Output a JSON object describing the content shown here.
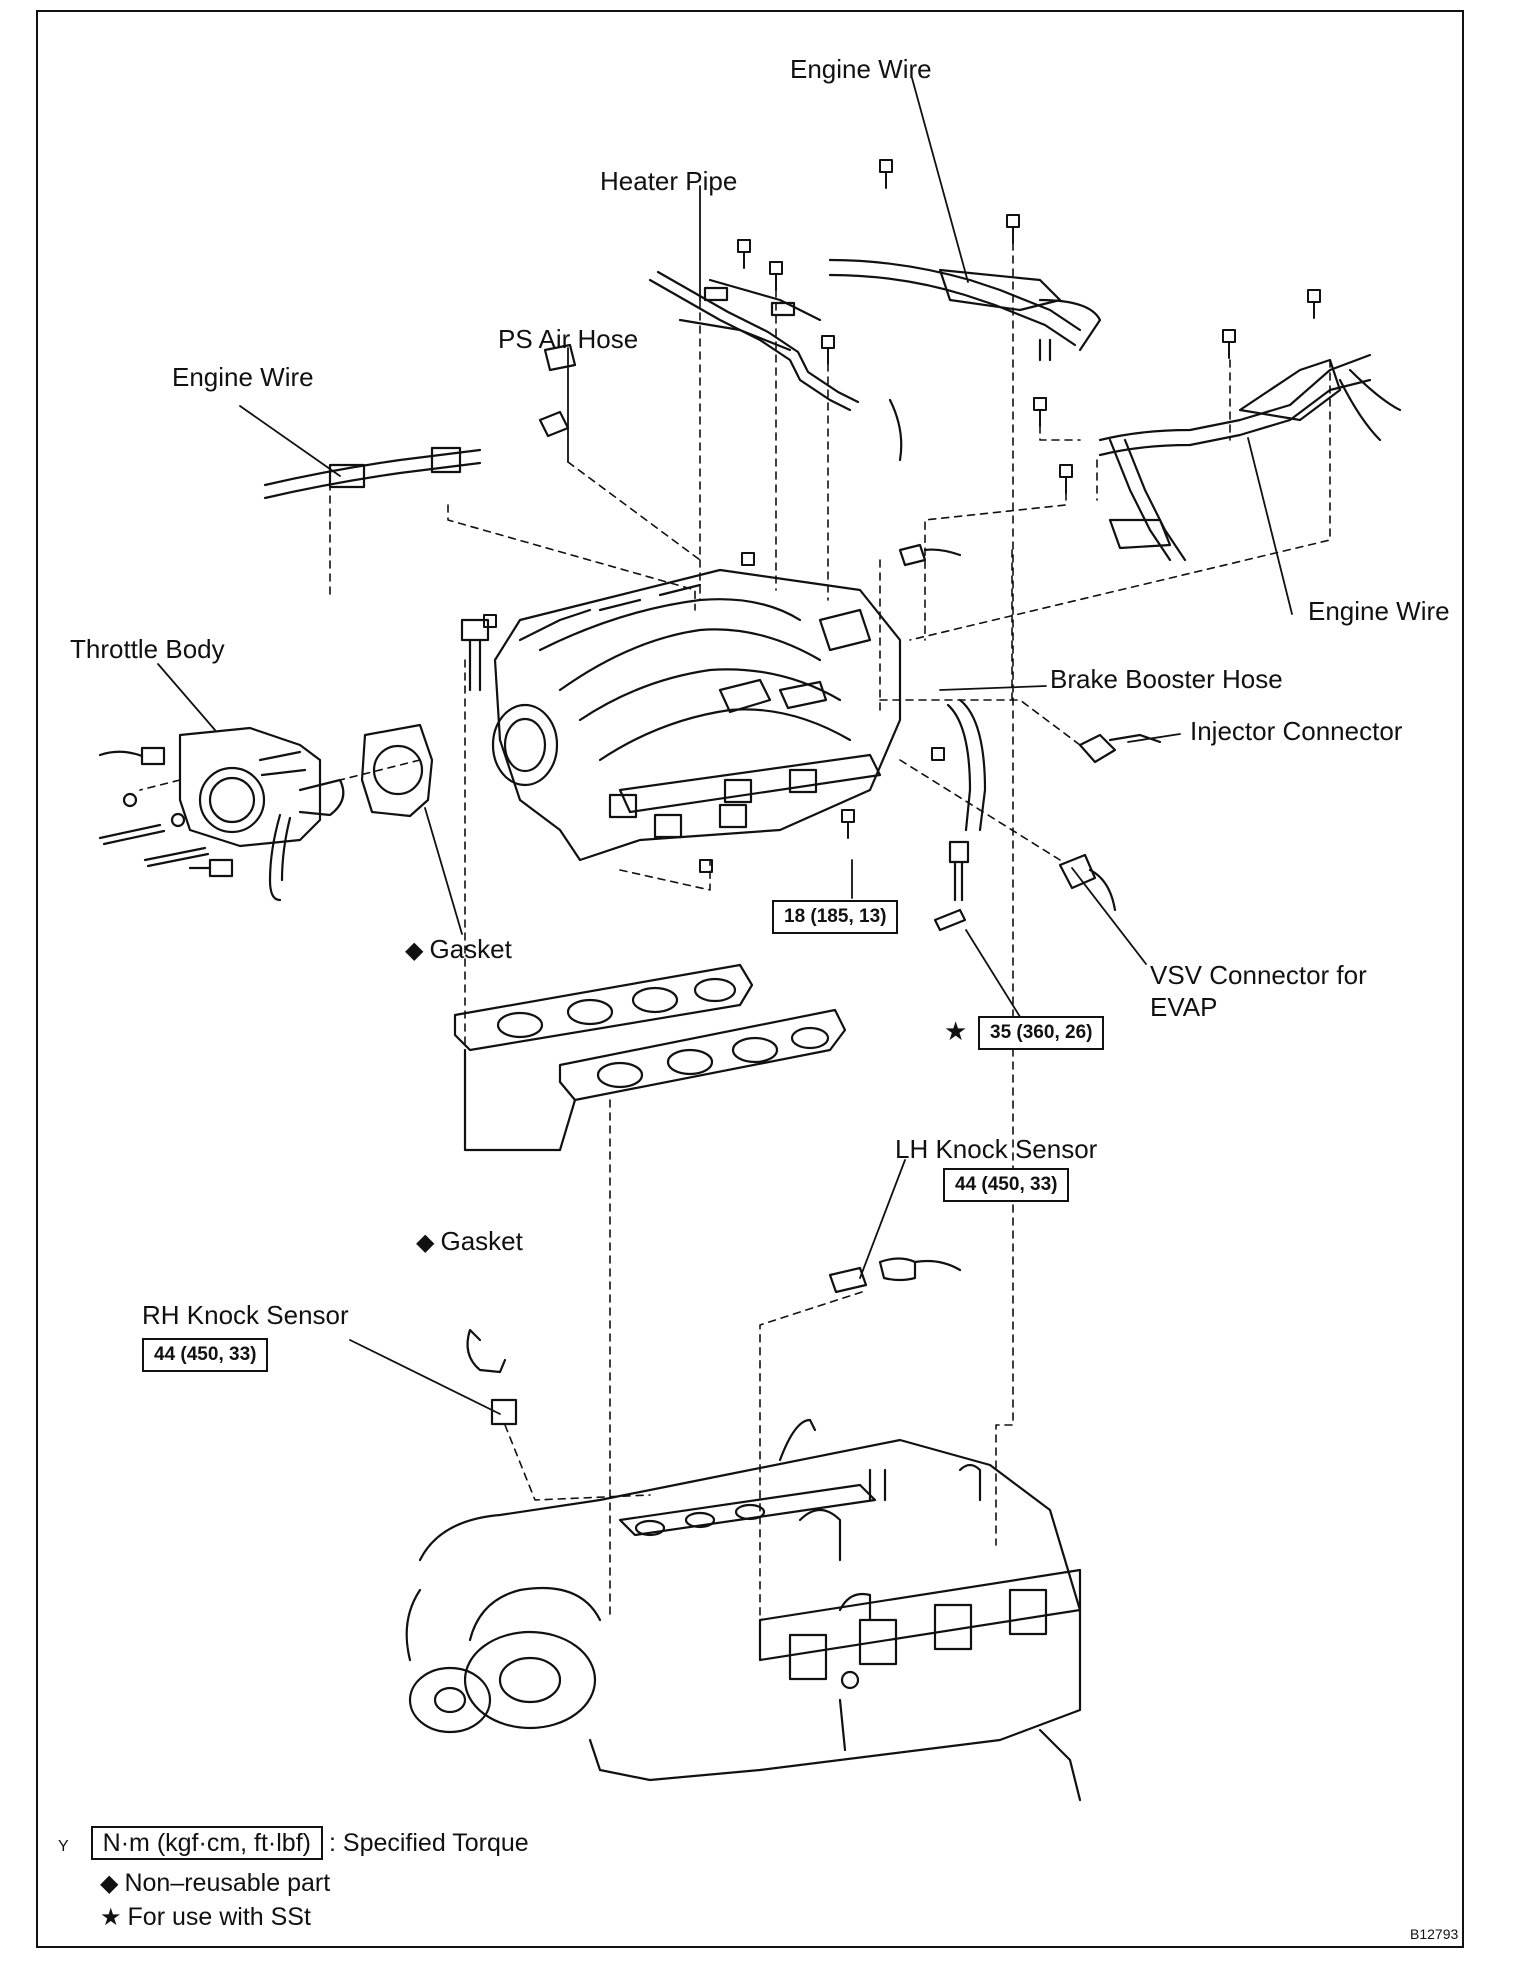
{
  "labels": {
    "engine_wire_top": "Engine Wire",
    "heater_pipe": "Heater Pipe",
    "ps_air_hose": "PS Air Hose",
    "engine_wire_left": "Engine Wire",
    "engine_wire_right": "Engine Wire",
    "throttle_body": "Throttle Body",
    "brake_booster_hose": "Brake Booster Hose",
    "injector_connector": "Injector Connector",
    "vsv_connector_line1": "VSV Connector for",
    "vsv_connector_line2": "EVAP",
    "gasket_upper": "Gasket",
    "gasket_lower": "Gasket",
    "lh_knock_sensor": "LH Knock Sensor",
    "rh_knock_sensor": "RH Knock Sensor"
  },
  "torques": {
    "manifold_bolt": "18 (185, 13)",
    "brake_booster_union": "35 (360, 26)",
    "lh_knock_sensor": "44 (450, 33)",
    "rh_knock_sensor": "44 (450, 33)"
  },
  "symbols": {
    "non_reusable": "◆",
    "sst": "★"
  },
  "legend": {
    "marker": "Y",
    "torque_unit": "N·m (kgf·cm, ft·lbf)",
    "torque_text": ": Specified Torque",
    "non_reusable_text": "Non–reusable part",
    "sst_text": "For use with SSt"
  },
  "figure_code": "B12793"
}
